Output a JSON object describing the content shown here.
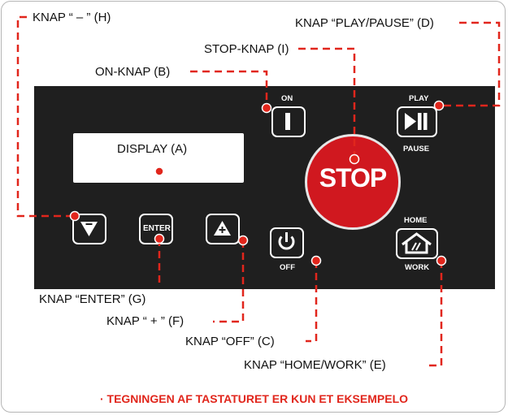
{
  "labels": {
    "key_minus": "KNAP “ – ” (H)",
    "key_play_pause": "KNAP “PLAY/PAUSE” (D)",
    "key_stop": "STOP-KNAP (I)",
    "key_on": "ON-KNAP (B)",
    "display": "DISPLAY (A)",
    "key_enter": "KNAP “ENTER” (G)",
    "key_plus": "KNAP “ + ” (F)",
    "key_off": "KNAP “OFF” (C)",
    "key_home_work": "KNAP “HOME/WORK” (E)"
  },
  "keypad": {
    "on_text": "ON",
    "play_text": "PLAY",
    "pause_text": "PAUSE",
    "stop_text": "STOP",
    "enter_text": "ENTER",
    "off_text": "OFF",
    "home_text": "HOME",
    "work_text": "WORK"
  },
  "icons": [
    "down-arrow-icon",
    "up-arrow-icon",
    "on-bar-icon",
    "play-pause-icon",
    "power-icon",
    "home-work-icon"
  ],
  "footer": "· TEGNINGEN AF TASTATURET ER KUN ET EKSEMPELO",
  "colors": {
    "accent": "#e1261c",
    "panel": "#1f1f1f",
    "stop": "#d0181f"
  }
}
